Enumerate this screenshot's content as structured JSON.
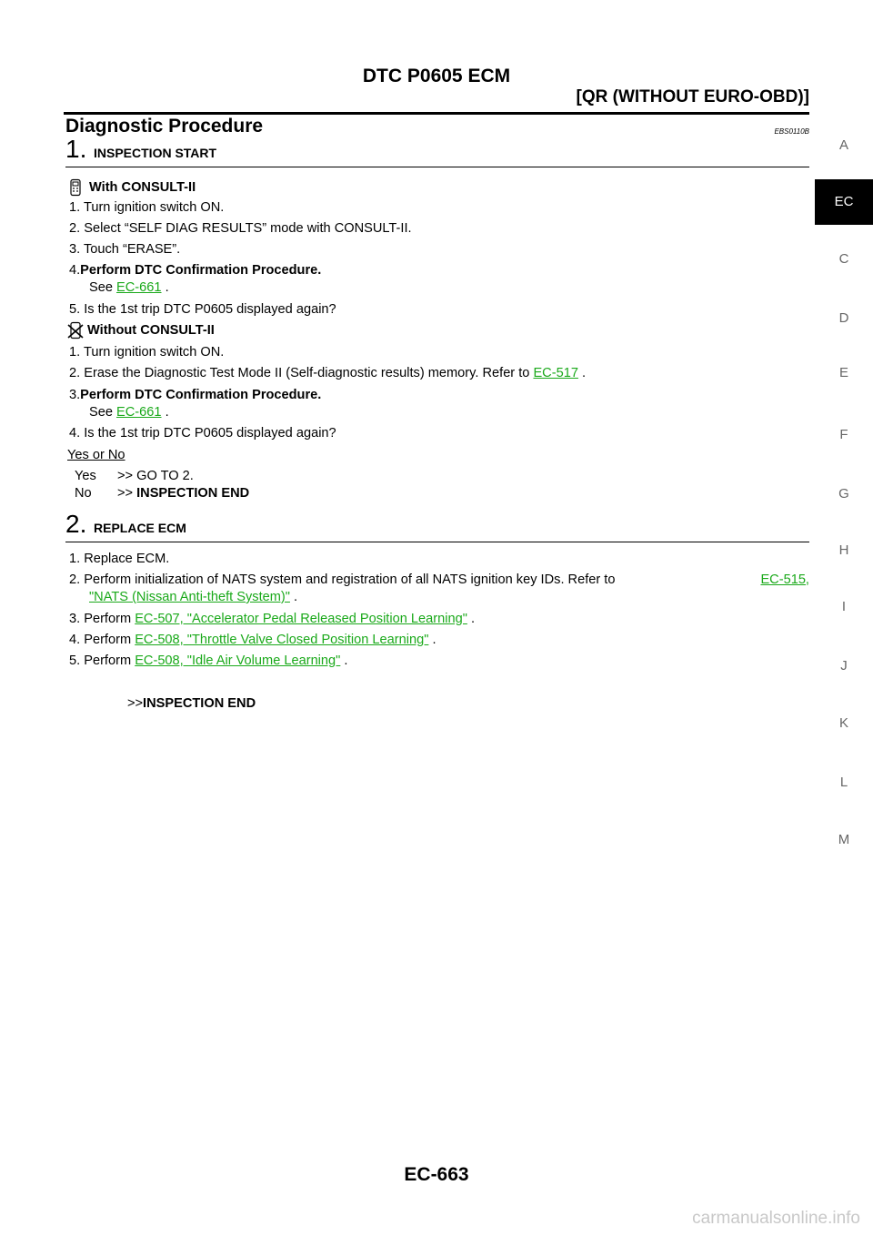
{
  "header": {
    "title": "DTC P0605 ECM",
    "subtitle": "[QR (WITHOUT EURO-OBD)]"
  },
  "side_tabs": [
    "A",
    "EC",
    "C",
    "D",
    "E",
    "F",
    "G",
    "H",
    "I",
    "J",
    "K",
    "L",
    "M"
  ],
  "active_tab": "EC",
  "section": {
    "title": "Diagnostic Procedure",
    "code": "EBS0110B"
  },
  "step1": {
    "num": "1.",
    "title": "INSPECTION START",
    "with": {
      "label": "With CONSULT-II",
      "s1": "1. Turn ignition switch ON.",
      "s2": "2. Select “SELF DIAG RESULTS” mode with CONSULT-II.",
      "s3": "3. Touch “ERASE”.",
      "s4_num": "4.",
      "s4_text": "Perform DTC Confirmation Procedure.",
      "s4_see": "See",
      "s4_link": "EC-661",
      "s4_end": ".",
      "s5": "5. Is the 1st trip DTC P0605 displayed again?"
    },
    "without": {
      "label": "Without CONSULT-II",
      "s1": "1. Turn ignition switch ON.",
      "s2_text": "2. Erase the Diagnostic Test Mode II (Self-diagnostic results) memory. Refer to",
      "s2_link": "EC-517",
      "s2_end": ".",
      "s3_num": "3.",
      "s3_text": "Perform DTC Confirmation Procedure.",
      "s3_see": "See",
      "s3_link": "EC-661",
      "s3_end": ".",
      "s4": "4. Is the 1st trip DTC P0605 displayed again?"
    },
    "yesno_label": "Yes or No",
    "yes_key": "Yes",
    "yes_val": ">> GO TO 2.",
    "no_key": "No",
    "no_arrow": ">>",
    "no_val": "INSPECTION END"
  },
  "step2": {
    "num": "2.",
    "title": "REPLACE ECM",
    "s1": "1. Replace ECM.",
    "s2_text": "2. Perform initialization of NATS system and registration of all NATS ignition key IDs. Refer to",
    "s2_link_a": "EC-515,",
    "s2_link_b": "\"NATS (Nissan Anti-theft System)\"",
    "s2_end": ".",
    "s3_pre": "3. Perform",
    "s3_link": "EC-507, \"Accelerator Pedal Released Position Learning\"",
    "s3_end": ".",
    "s4_pre": "4. Perform",
    "s4_link": "EC-508, \"Throttle Valve Closed Position Learning\"",
    "s4_end": ".",
    "s5_pre": "5. Perform",
    "s5_link": "EC-508, \"Idle Air Volume Learning\"",
    "s5_end": ".",
    "end_arrow": ">>",
    "end_text": "INSPECTION END"
  },
  "footer": {
    "page": "EC-663"
  },
  "watermark": "carmanualsonline.info",
  "colors": {
    "link": "#1aa91a",
    "tab_active_bg": "#000000"
  }
}
